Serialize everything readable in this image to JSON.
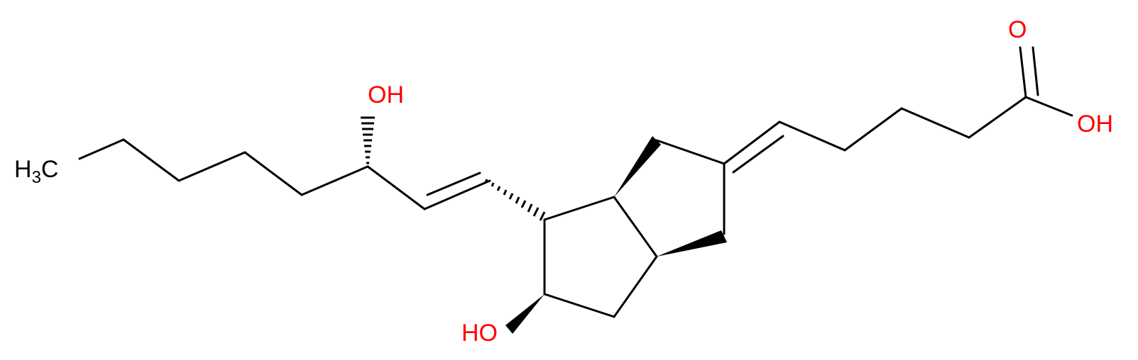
{
  "labels": {
    "methyl": {
      "main": "H",
      "sub": "3",
      "tail": "C"
    },
    "side_chain_hydroxyl": "OH",
    "ring_hydroxyl": "HO",
    "carbonyl_oxygen": "O",
    "acid_hydroxyl": "OH"
  },
  "colors": {
    "bond": "#000000",
    "carbon_label": "#000000",
    "oxygen_label": "#ff0000"
  }
}
